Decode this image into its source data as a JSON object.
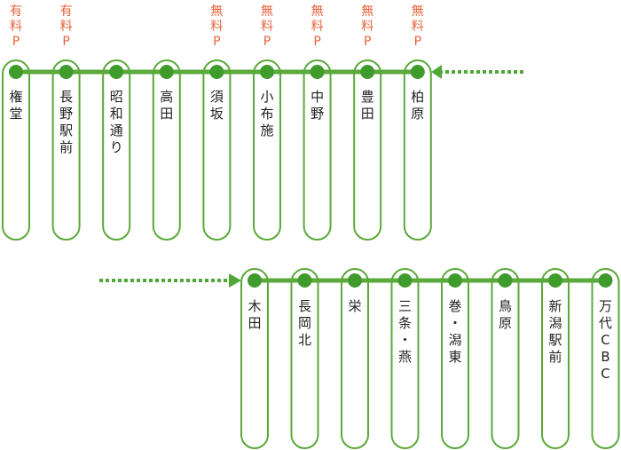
{
  "colors": {
    "line": "#5aa93a",
    "dot": "#3f9b2c",
    "text": "#222222",
    "parking": "#e8613a"
  },
  "rows": [
    {
      "direction": "arrow-from-right",
      "stations": [
        {
          "name": "権堂",
          "parking": "有料P"
        },
        {
          "name": "長野駅前",
          "parking": "有料P"
        },
        {
          "name": "昭和通り",
          "parking": ""
        },
        {
          "name": "高田",
          "parking": ""
        },
        {
          "name": "須坂",
          "parking": "無料P"
        },
        {
          "name": "小布施",
          "parking": "無料P"
        },
        {
          "name": "中野",
          "parking": "無料P"
        },
        {
          "name": "豊田",
          "parking": "無料P"
        },
        {
          "name": "柏原",
          "parking": "無料P"
        }
      ]
    },
    {
      "direction": "arrow-from-left",
      "stations": [
        {
          "name": "木田",
          "parking": ""
        },
        {
          "name": "長岡北",
          "parking": ""
        },
        {
          "name": "栄",
          "parking": ""
        },
        {
          "name": "三条・燕",
          "parking": ""
        },
        {
          "name": "巻・潟東",
          "parking": ""
        },
        {
          "name": "鳥原",
          "parking": ""
        },
        {
          "name": "新潟駅前",
          "parking": ""
        },
        {
          "name": "万代CBC",
          "parking": ""
        }
      ]
    }
  ]
}
